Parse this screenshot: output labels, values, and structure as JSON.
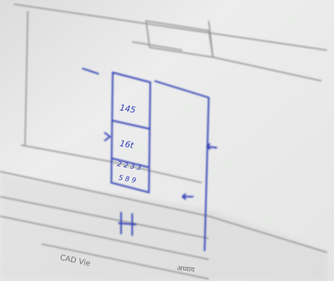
{
  "photo": {
    "printed": {
      "header_box": "",
      "footer_left": "CAD Vie",
      "footer_right": "अध्याय"
    },
    "handwriting": {
      "heading": "",
      "box1_value": "145",
      "box2_value": "16t",
      "box3_value": "2 2 3 3",
      "box4_value": "5 8 9",
      "base_label": "",
      "vertical_caption": ""
    }
  }
}
